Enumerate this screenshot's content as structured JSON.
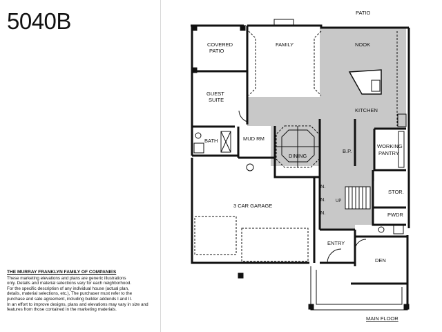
{
  "header": {
    "plan_number": "5040B"
  },
  "floor_label": "MAIN FLOOR",
  "disclaimer": {
    "heading": "THE MURRAY FRANKLYN FAMILY OF COMPANIES",
    "lines": [
      "These marketing elevations and plans are generic illustrations",
      "only. Details and material selections vary for each neighborhood.",
      "For the specific description of any individual house (actual plan,",
      "details, material selections, etc.), The purchaser must refer to the",
      "purchase and sale agreement, including builder addends I and II.",
      "In an effort to improve designs, plans and elevations may vary in size and",
      "features from those contained in the marketing materials."
    ]
  },
  "rooms": {
    "patio": "PATIO",
    "covered_patio_1": "COVERED",
    "covered_patio_2": "PATIO",
    "family": "FAMILY",
    "nook": "NOOK",
    "kitchen": "KITCHEN",
    "guest_suite_1": "GUEST",
    "guest_suite_2": "SUITE",
    "bath": "BATH",
    "mud_rm": "MUD RM",
    "dining": "DINING",
    "bp": "B.P.",
    "working_pantry_1": "WORKING",
    "working_pantry_2": "PANTRY",
    "stor": "STOR.",
    "up": "UP",
    "n1": "N.",
    "n2": "N.",
    "n3": "N.",
    "garage": "3 CAR GARAGE",
    "pwdr": "PWDR",
    "entry": "ENTRY",
    "den": "DEN"
  },
  "colors": {
    "highlight": "#c8c8c8",
    "wall": "#111111"
  }
}
